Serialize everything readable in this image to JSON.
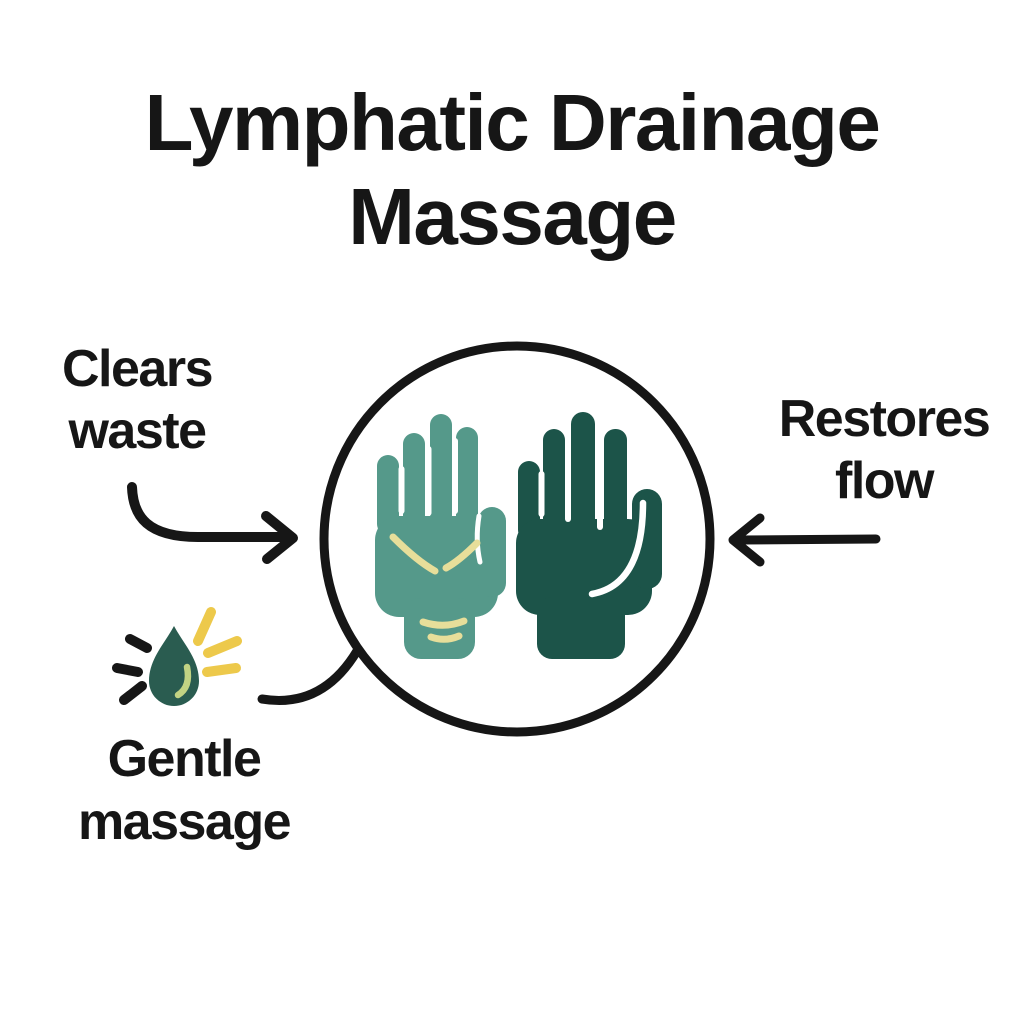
{
  "title": {
    "line1": "Lymphatic Drainage",
    "line2": "Massage"
  },
  "callouts": {
    "clears_waste": {
      "line1": "Clears",
      "line2": "waste"
    },
    "restores_flow": {
      "line1": "Restores",
      "line2": "flow"
    },
    "gentle_massage": {
      "line1": "Gentle",
      "line2": "massage"
    }
  },
  "icons": {
    "center": "two-hands-in-circle-icon",
    "bottom_left": "water-drop-with-sparkles-icon",
    "left_arrow": "curved-arrow-pointing-right",
    "right_arrow": "straight-arrow-pointing-left",
    "connector": "curved-connector-line"
  },
  "colors": {
    "background": "#FFFFFF",
    "ink": "#161616",
    "hand_left": "#55998A",
    "hand_right": "#1C5449",
    "palm_line": "#E7DE9A",
    "drop": "#2A5C50",
    "drop_highlight": "#C2D383",
    "sparkle_yellow": "#EDC94B"
  }
}
